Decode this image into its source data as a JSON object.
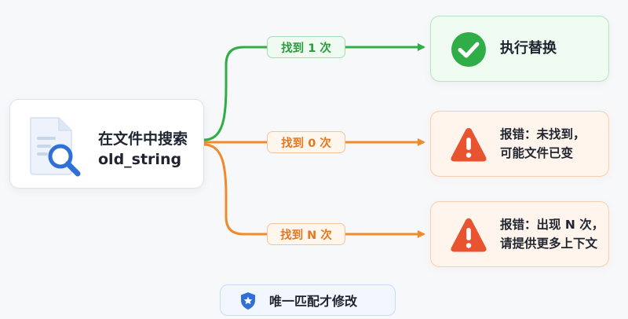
{
  "source": {
    "line1": "在文件中搜索",
    "line2": "old_string"
  },
  "branches": [
    {
      "label": "找到 1 次",
      "color": "#2fae47"
    },
    {
      "label": "找到 0 次",
      "color": "#f08a2c"
    },
    {
      "label": "找到 N 次",
      "color": "#f08a2c"
    }
  ],
  "results": [
    {
      "lines": [
        "执行替换"
      ],
      "icon": "check-circle-icon"
    },
    {
      "lines": [
        "报错：未找到，",
        "可能文件已变"
      ],
      "icon": "warning-triangle-icon"
    },
    {
      "lines": [
        "报错：出现 N 次，",
        "请提供更多上下文"
      ],
      "icon": "warning-triangle-icon"
    }
  ],
  "footer": {
    "label": "唯一匹配才修改",
    "icon": "shield-star-icon"
  },
  "colors": {
    "green": "#2fae47",
    "orange": "#f08a2c",
    "error_red": "#e8542f",
    "blue": "#2f6fd6"
  }
}
